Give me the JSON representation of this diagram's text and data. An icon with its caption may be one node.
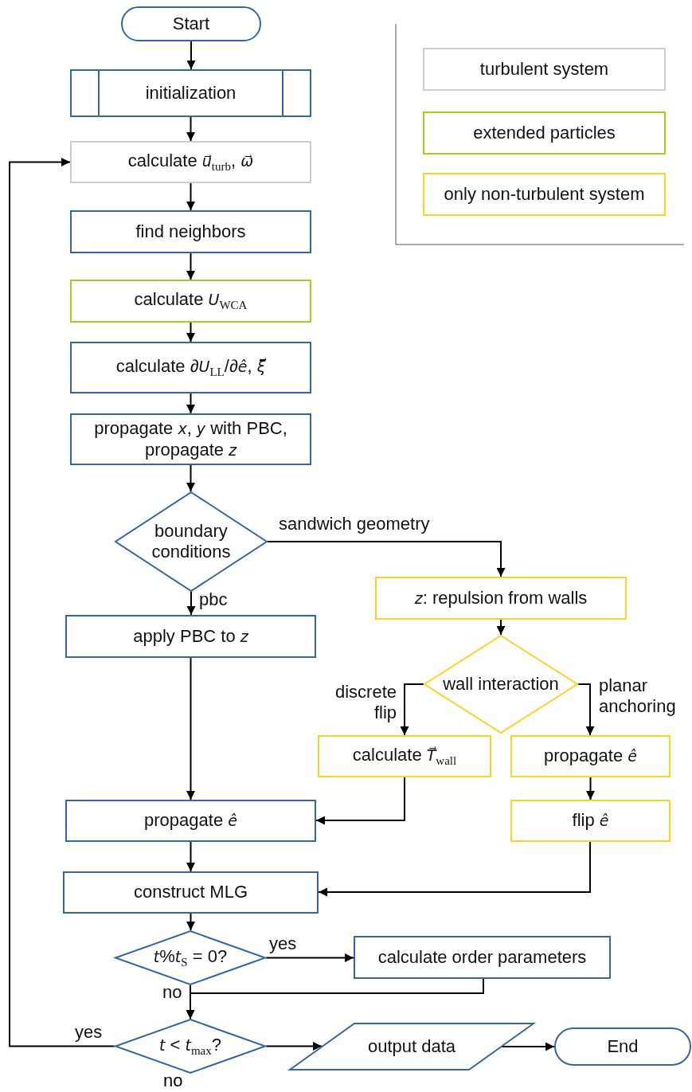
{
  "diagram": {
    "nodes": [
      {
        "text": [
          "Start"
        ]
      },
      {
        "text": [
          "initialization"
        ]
      },
      {
        "text": [
          "calculate *u⃗*$_{turb}$, *ω⃗*"
        ]
      },
      {
        "text": [
          "find neighbors"
        ]
      },
      {
        "text": [
          "calculate *U*$_{WCA}$"
        ]
      },
      {
        "text": [
          "calculate ∂*U*$_{LL}$/∂*ê*, *ξ⃗*"
        ]
      },
      {
        "text": [
          "propagate *x*, *y* with PBC, propagate *z*"
        ]
      },
      {
        "text": [
          "boundary conditions"
        ]
      },
      {
        "text": [
          "*z*: repulsion from walls"
        ]
      },
      {
        "text": [
          "apply PBC to *z*"
        ]
      },
      {
        "text": [
          "wall interaction"
        ]
      },
      {
        "text": [
          "calculate *T⃗*$_{wall}$"
        ]
      },
      {
        "text": [
          "propagate *ê*"
        ]
      },
      {
        "text": [
          "propagate *ê*"
        ]
      },
      {
        "text": [
          "flip *ê*"
        ]
      },
      {
        "text": [
          "construct MLG"
        ]
      },
      {
        "text": [
          "*t*%*t*$_{S}$ = 0?"
        ]
      },
      {
        "text": [
          "calculate order parameters"
        ]
      },
      {
        "text": [
          "*t* < *t*$_{max}$?"
        ],
        "beside": [
          "no"
        ]
      },
      {
        "text": [
          "output data"
        ]
      },
      {
        "text": [
          "End"
        ]
      }
    ],
    "edges": [
      {
        "from": 0,
        "to": 1,
        "arrow": "to"
      },
      {
        "from": 1,
        "to": 2,
        "arrow": "to"
      },
      {
        "from": 2,
        "to": 3,
        "arrow": "to"
      },
      {
        "from": 3,
        "to": 4,
        "arrow": "to"
      },
      {
        "from": 4,
        "to": 5,
        "arrow": "to"
      },
      {
        "from": 5,
        "to": 6,
        "arrow": "to"
      },
      {
        "from": 6,
        "to": 7,
        "arrow": "to"
      },
      {
        "from": 7,
        "to": 8,
        "arrow": "to",
        "label": "sandwich geometry"
      },
      {
        "from": 7,
        "to": 9,
        "arrow": "to",
        "label": "pbc"
      },
      {
        "from": 8,
        "to": 10,
        "arrow": "to"
      },
      {
        "from": 10,
        "to": 11,
        "arrow": "to",
        "label": "discrete flip"
      },
      {
        "from": 10,
        "to": 12,
        "arrow": "to",
        "label": "planar anchoring"
      },
      {
        "from": 9,
        "to": 13,
        "arrow": "to"
      },
      {
        "from": 11,
        "to": 13,
        "arrow": "to"
      },
      {
        "from": 12,
        "to": 14,
        "arrow": "to"
      },
      {
        "from": 14,
        "to": 15,
        "arrow": "to"
      },
      {
        "from": 13,
        "to": 15,
        "arrow": "to"
      },
      {
        "from": 15,
        "to": 16,
        "arrow": "to"
      },
      {
        "from": 16,
        "to": 17,
        "arrow": "to",
        "label": "yes"
      },
      {
        "from": 16,
        "to": 18,
        "arrow": "to",
        "label": "no"
      },
      {
        "from": 17,
        "to": 18,
        "arrow": "to"
      },
      {
        "from": 18,
        "to": 2,
        "arrow": "to",
        "label": "yes"
      },
      {
        "from": 18,
        "to": 19,
        "arrow": "to"
      },
      {
        "from": 19,
        "to": 20,
        "arrow": "to"
      }
    ],
    "legend": [
      {
        "text": "turbulent system",
        "color": "#cccccc"
      },
      {
        "text": "extended particles",
        "color": "#a8cc1c"
      },
      {
        "text": "only non-turbulent system",
        "color": "#ffd320"
      }
    ]
  }
}
